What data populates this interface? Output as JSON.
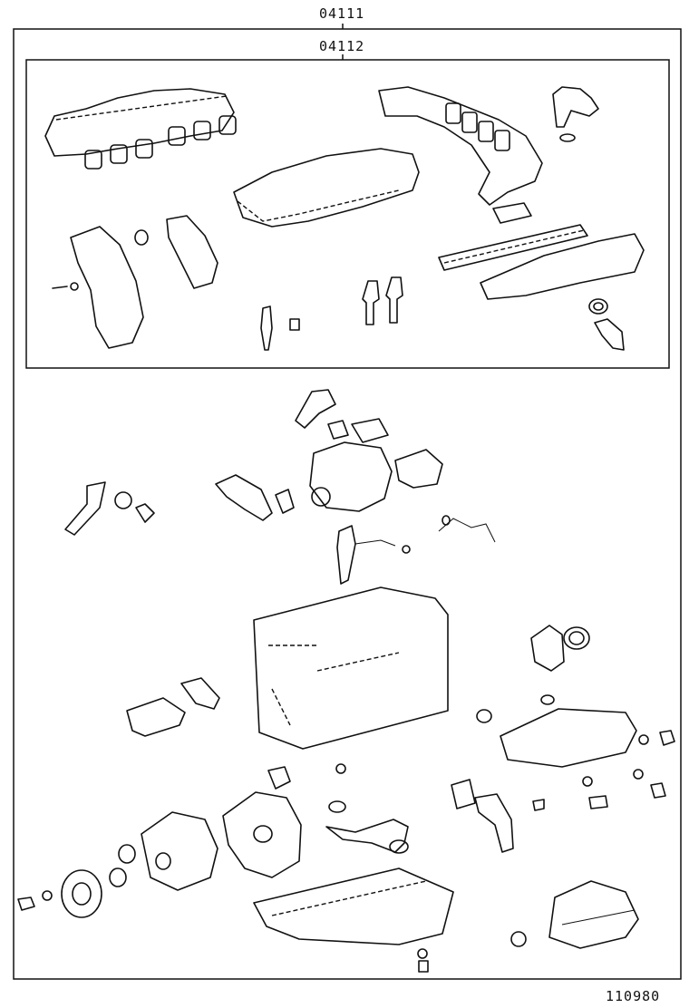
{
  "labels": {
    "outer_kit_code": "04111",
    "inner_kit_code": "04112",
    "figure_number": "110980"
  },
  "colors": {
    "line": "#111111",
    "background": "#ffffff"
  }
}
